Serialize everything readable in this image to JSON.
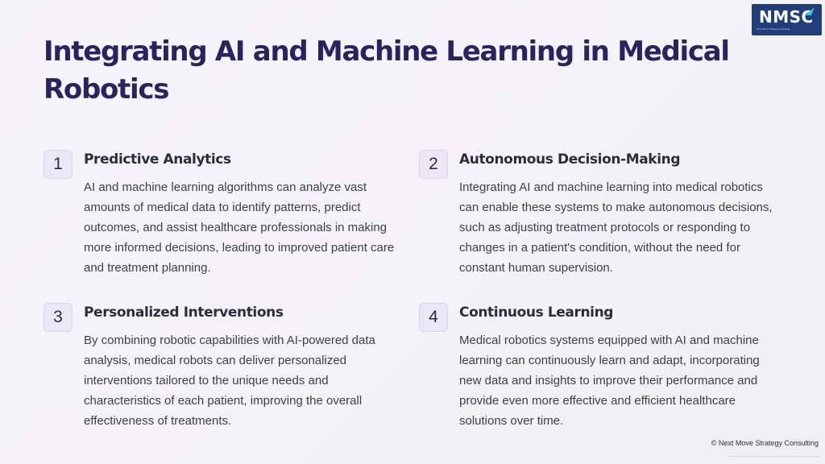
{
  "logo": {
    "mark": "NMSC",
    "tagline": "Next Move Strategy Consulting"
  },
  "title": "Integrating AI and Machine Learning in Medical Robotics",
  "items": [
    {
      "number": "1",
      "title": "Predictive Analytics",
      "body": "AI and machine learning algorithms can analyze vast amounts of medical data to identify patterns, predict outcomes, and assist healthcare professionals in making more informed decisions, leading to improved patient care and treatment planning."
    },
    {
      "number": "2",
      "title": "Autonomous Decision-Making",
      "body": "Integrating AI and machine learning into medical robotics can enable these systems to make autonomous decisions, such as adjusting treatment protocols or responding to changes in a patient's condition, without the need for constant human supervision."
    },
    {
      "number": "3",
      "title": "Personalized Interventions",
      "body": "By combining robotic capabilities with AI-powered data analysis, medical robots can deliver personalized interventions tailored to the unique needs and characteristics of each patient, improving the overall effectiveness of treatments."
    },
    {
      "number": "4",
      "title": "Continuous Learning",
      "body": "Medical robotics systems equipped with AI and machine learning can continuously learn and adapt, incorporating new data and insights to improve their performance and provide even more effective and efficient healthcare solutions over time."
    }
  ],
  "footer": "© Next Move Strategy Consulting",
  "colors": {
    "title": "#2b225f",
    "logo_bg": "#203e7a",
    "number_box": "#ebe7f6",
    "logo_accent": "#35c3d8"
  }
}
